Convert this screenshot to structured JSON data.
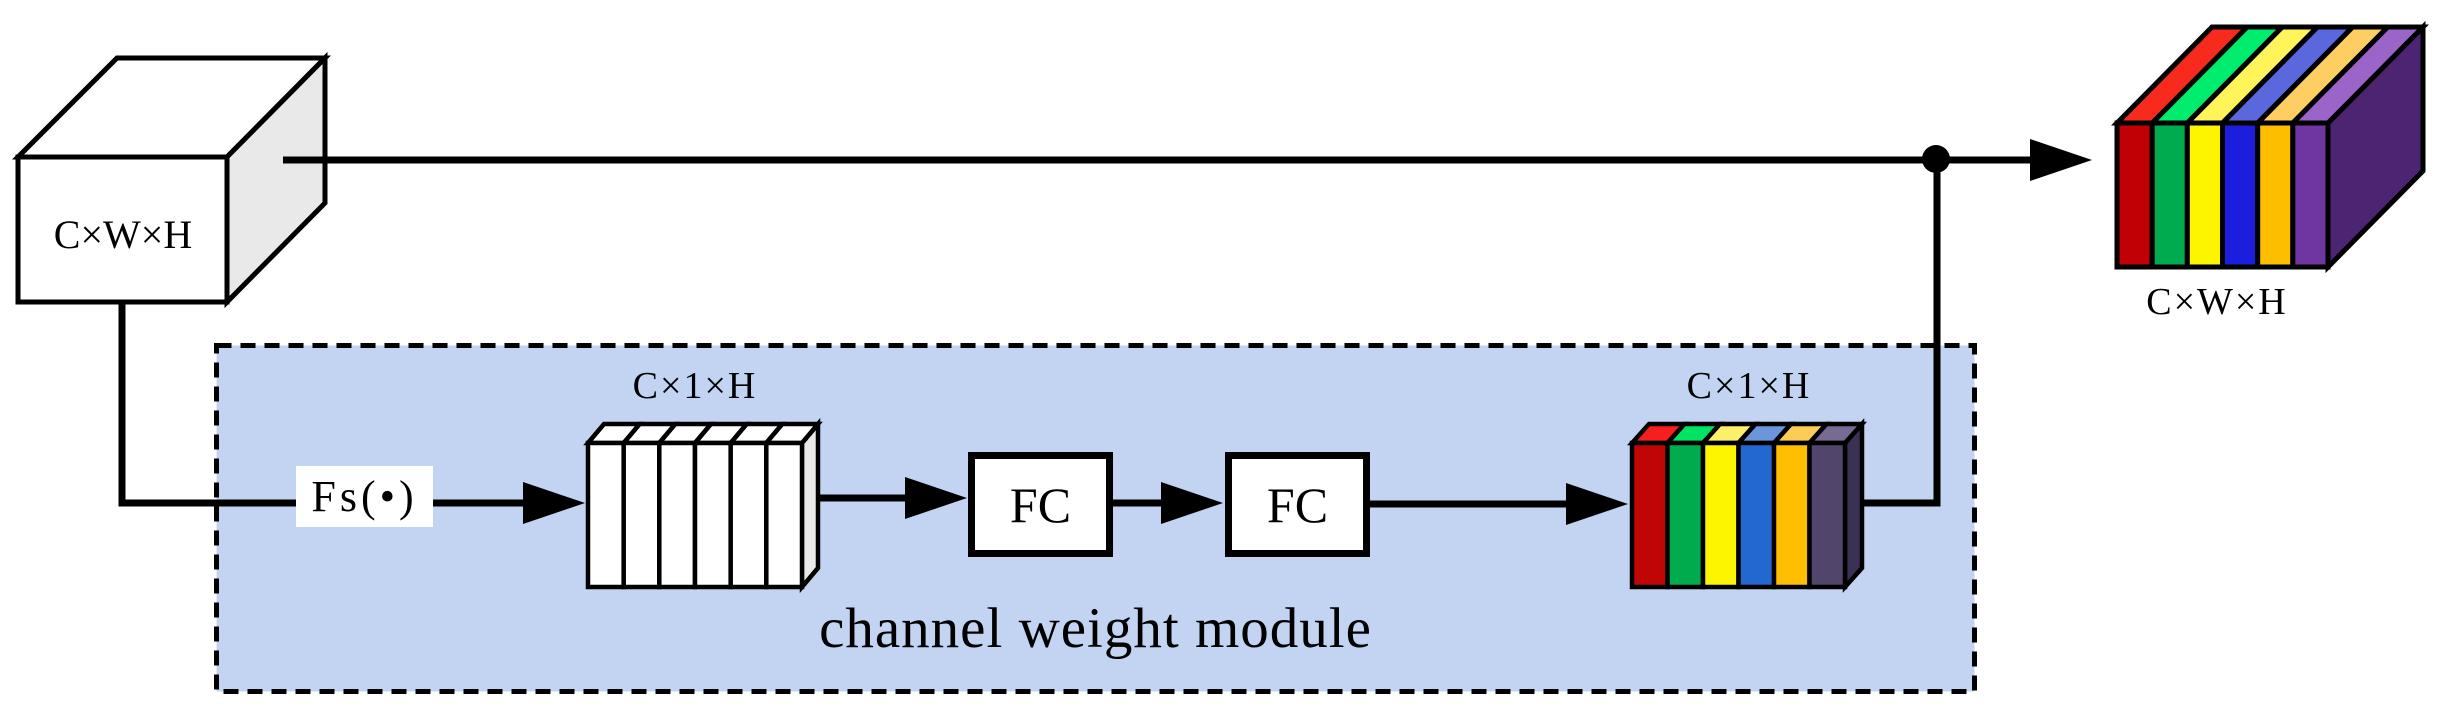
{
  "labels": {
    "input_tensor": "C×W×H",
    "output_tensor": "C×W×H",
    "squeeze_fn": "Fs(•)",
    "squeezed_tensor": "C×1×H",
    "weight_tensor": "C×1×H",
    "fc1": "FC",
    "fc2": "FC",
    "module_title": "channel weight module"
  },
  "colors": {
    "background": "#ffffff",
    "line": "#000000",
    "module_fill": "#c2d4f1",
    "module_border": "#000000",
    "input_box": {
      "front": "#ffffff",
      "top": "#ffffff",
      "side": "#e9e9e9"
    },
    "squeezed_box": {
      "face": "#ffffff",
      "side": "#e9e9e9"
    },
    "weight_box": {
      "front": [
        "#c00505",
        "#00ab4e",
        "#fdf500",
        "#2368d0",
        "#febe00",
        "#51456b"
      ],
      "top": [
        "#f61e1e",
        "#00e464",
        "#fcf06a",
        "#6c96dc",
        "#fccc55",
        "#776b94"
      ],
      "side": "#3b3154"
    },
    "output_box": {
      "front": [
        "#c00005",
        "#00ab50",
        "#fdf500",
        "#1b1edc",
        "#febe00",
        "#6f35a0"
      ],
      "top": [
        "#f82a1e",
        "#00ec6e",
        "#fff45a",
        "#5b68dd",
        "#ffce62",
        "#9b64c8"
      ],
      "side": "#4b2472"
    }
  }
}
